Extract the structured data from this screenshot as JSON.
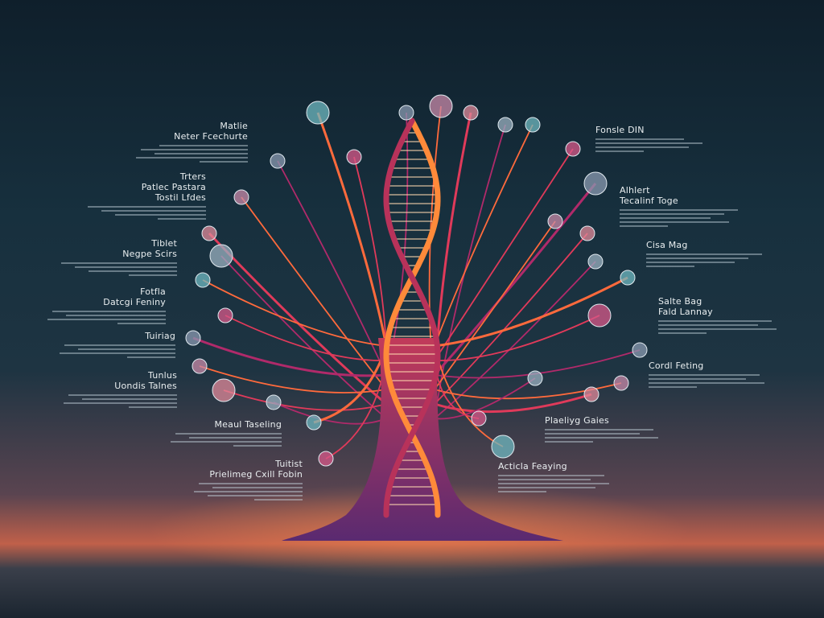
{
  "colors": {
    "branch": "#ff5a3c",
    "trunk": "#8a2a6a",
    "helix": "#ffb347",
    "background": "#17303e"
  },
  "labels_left": [
    {
      "lines": [
        "Matlie",
        "Neter Fcechurte"
      ]
    },
    {
      "lines": [
        "Trters",
        "Patlec Pastara",
        "Tostil Lfdes"
      ]
    },
    {
      "lines": [
        "Tiblet",
        "Negpe Scirs"
      ]
    },
    {
      "lines": [
        "Fotfla",
        "Datcgi Feniny"
      ]
    },
    {
      "lines": [
        "Tuiriag"
      ]
    },
    {
      "lines": [
        "Tunlus",
        "Uondis Talnes"
      ]
    },
    {
      "lines": [
        "Meaul Taseling"
      ]
    },
    {
      "lines": [
        "Tuitist",
        "Prielimeg Cxill Fobin"
      ]
    }
  ],
  "labels_right": [
    {
      "lines": [
        "Fonsle DIN"
      ]
    },
    {
      "lines": [
        "Alhlert",
        "Tecalinf Toge"
      ]
    },
    {
      "lines": [
        "Cisa Mag"
      ]
    },
    {
      "lines": [
        "Salte Bag",
        "Fald Lannay"
      ]
    },
    {
      "lines": [
        "Cordl Feting"
      ]
    },
    {
      "lines": [
        "Plaeliyg Gaies"
      ]
    },
    {
      "lines": [
        "Acticla Feaying"
      ]
    }
  ]
}
